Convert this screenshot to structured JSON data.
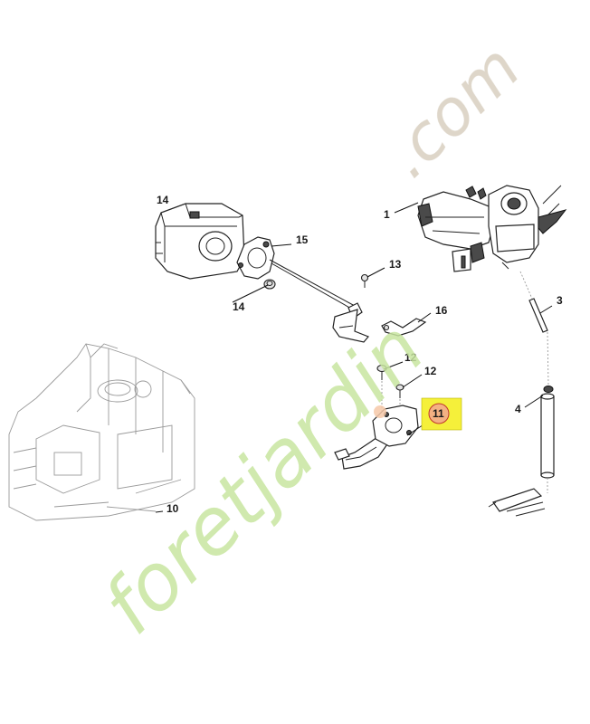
{
  "callouts": [
    {
      "id": "1",
      "label": "1"
    },
    {
      "id": "3",
      "label": "3"
    },
    {
      "id": "4",
      "label": "4"
    },
    {
      "id": "10",
      "label": "10"
    },
    {
      "id": "11",
      "label": "11"
    },
    {
      "id": "12a",
      "label": "12"
    },
    {
      "id": "12b",
      "label": "12"
    },
    {
      "id": "13",
      "label": "13"
    },
    {
      "id": "14a",
      "label": "14"
    },
    {
      "id": "14b",
      "label": "14"
    },
    {
      "id": "15",
      "label": "15"
    },
    {
      "id": "16",
      "label": "16"
    }
  ],
  "highlight": {
    "callout": "11",
    "color": "#f5f03a",
    "circle_color": "#f4b183"
  },
  "watermark": {
    "text": "foretjardin.com",
    "colors": {
      "main": "#c8e6a0",
      "accent": "#f6c8a8",
      "dotcom": "#d8cfc0"
    }
  }
}
